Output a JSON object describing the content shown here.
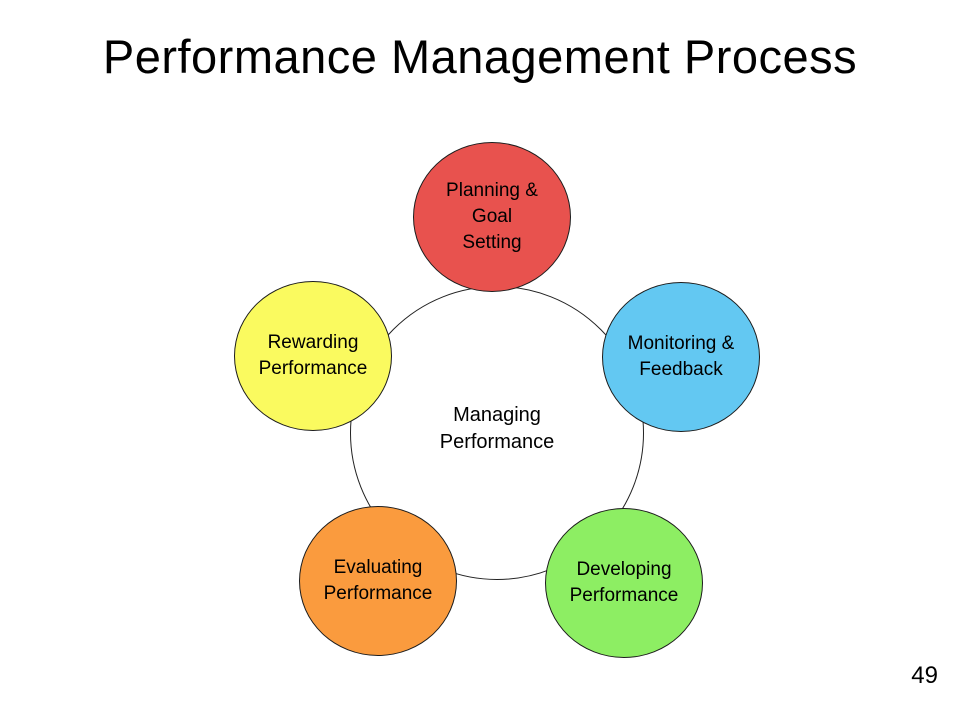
{
  "slide": {
    "title": "Performance Management Process",
    "page_number": "49",
    "background_color": "#FFFFFF",
    "text_color": "#000000"
  },
  "diagram": {
    "type": "cycle",
    "ring_color": "#222222",
    "hub": {
      "label": "Managing\nPerformance"
    },
    "nodes": [
      {
        "id": "planning-goal-setting",
        "label": "Planning &\nGoal\nSetting",
        "color": "#E8524E",
        "position": "top"
      },
      {
        "id": "monitoring-feedback",
        "label": "Monitoring &\nFeedback",
        "color": "#63C8F2",
        "position": "upper-right"
      },
      {
        "id": "developing-performance",
        "label": "Developing\nPerformance",
        "color": "#8DEE63",
        "position": "lower-right"
      },
      {
        "id": "evaluating-performance",
        "label": "Evaluating\nPerformance",
        "color": "#FA9B3E",
        "position": "lower-left"
      },
      {
        "id": "rewarding-performance",
        "label": "Rewarding\nPerformance",
        "color": "#FAFA5F",
        "position": "upper-left"
      }
    ]
  }
}
